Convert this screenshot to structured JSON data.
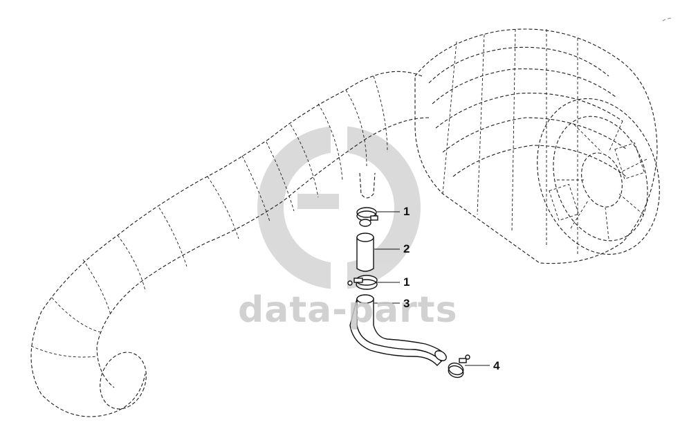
{
  "watermark": {
    "text": "data-parts",
    "color": "#c9c9c9"
  },
  "callouts": [
    {
      "id": "clamp-top",
      "label": "1"
    },
    {
      "id": "tube",
      "label": "2"
    },
    {
      "id": "clamp-bottom",
      "label": "1"
    },
    {
      "id": "elbow-hose",
      "label": "3"
    },
    {
      "id": "hose-clamp",
      "label": "4"
    }
  ]
}
